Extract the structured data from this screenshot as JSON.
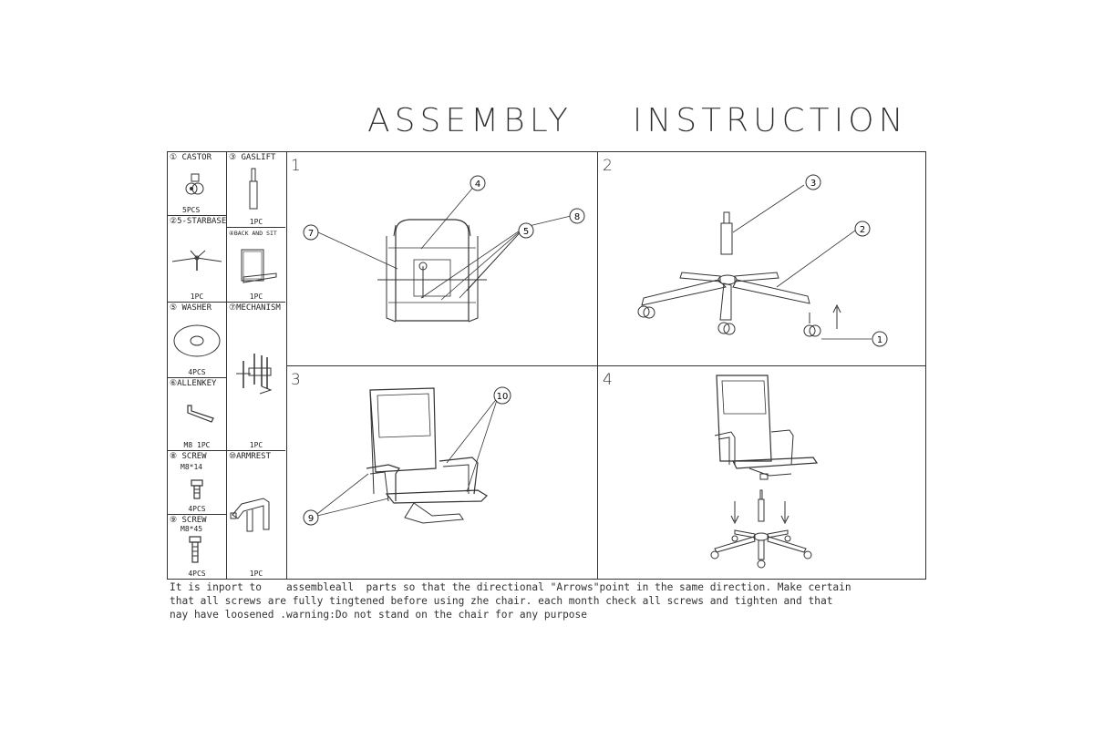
{
  "title": "ASSEMBLY    INSTRUCTION",
  "parts": {
    "castor": {
      "label": "① CASTOR",
      "qty": "5PCS"
    },
    "gaslift": {
      "label": "③ GASLIFT",
      "qty": "1PC"
    },
    "starbase": {
      "label": "②5-STARBASE",
      "qty": "1PC"
    },
    "back_seat": {
      "label": "④BACK AND SIT",
      "qty": "1PC"
    },
    "washer": {
      "label": "⑤ WASHER",
      "qty": "4PCS"
    },
    "mechanism": {
      "label": "⑦MECHANISM",
      "qty": "1PC"
    },
    "allenkey": {
      "label": "⑥ALLENKEY",
      "qty": "M8  1PC"
    },
    "screw1": {
      "label": "⑧ SCREW",
      "size": "M8*14",
      "qty": "4PCS"
    },
    "armrest": {
      "label": "⑩ARMREST",
      "qty": "1PC"
    },
    "screw2": {
      "label": "⑨ SCREW",
      "size": "M8*45",
      "qty": "4PCS"
    }
  },
  "steps": [
    {
      "number": "1",
      "callouts": [
        "4",
        "7",
        "5",
        "8"
      ]
    },
    {
      "number": "2",
      "callouts": [
        "3",
        "2",
        "1"
      ]
    },
    {
      "number": "3",
      "callouts": [
        "10",
        "9"
      ]
    },
    {
      "number": "4",
      "callouts": []
    }
  ],
  "note": "It is inport to    assembleall  parts so that the directional \"Arrows\"point in the same direction. Make certain\nthat all screws are fully tingtened before using zhe chair. each month check all screws and tighten and that\nnay have loosened .warning:Do not stand on the chair for any purpose"
}
